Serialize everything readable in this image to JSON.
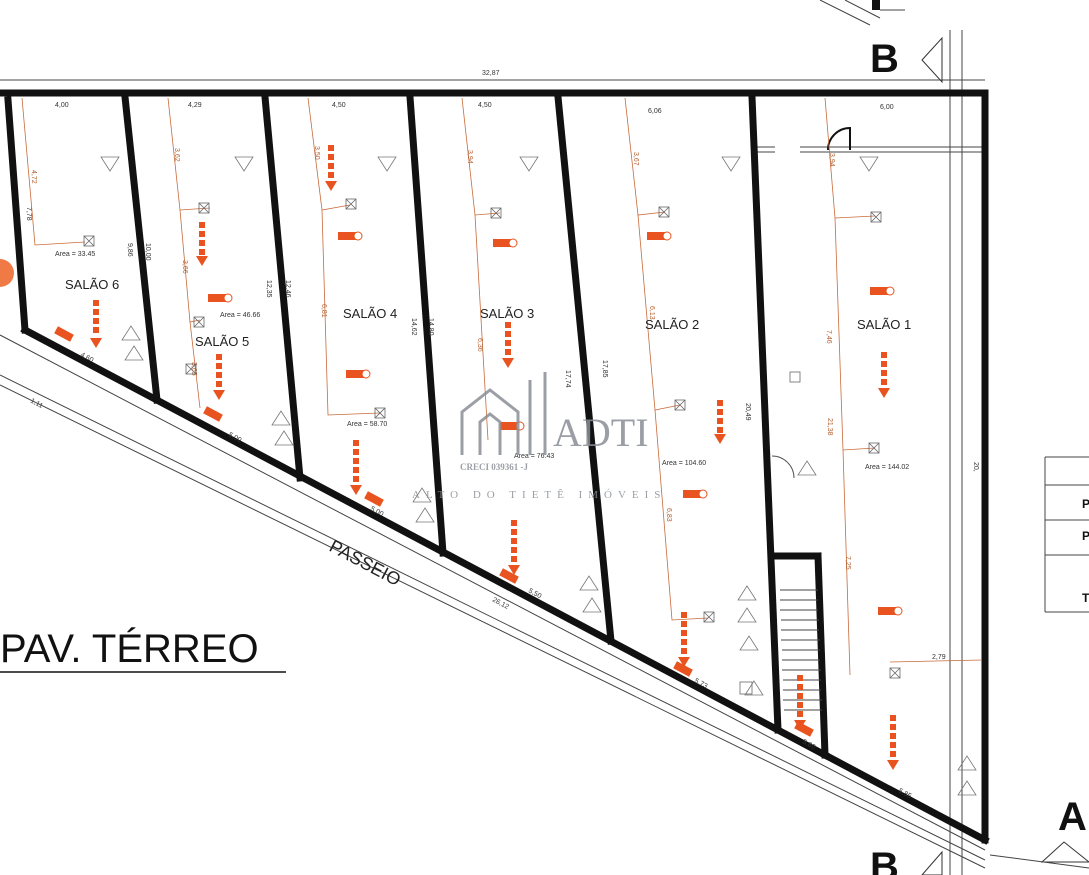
{
  "title": "PAV. TÉRREO",
  "section_markers": {
    "b_top": "B",
    "b_bottom": "B",
    "a": "A"
  },
  "overall_dimension": "32,87",
  "passeio": "PASSEIO",
  "rooms": [
    {
      "name": "SALÃO 6",
      "area": "Area = 33.45",
      "width": "4,00"
    },
    {
      "name": "SALÃO 5",
      "area": "Area = 46.66",
      "width": "4,29"
    },
    {
      "name": "SALÃO 4",
      "area": "Area = 58.70",
      "width": "4,50"
    },
    {
      "name": "SALÃO 3",
      "area": "Area = 76.43",
      "width": "4,50"
    },
    {
      "name": "SALÃO 2",
      "area": "Area = 104.60",
      "width": "6,06"
    },
    {
      "name": "SALÃO 1",
      "area": "Area = 144.02",
      "width": "6,00"
    }
  ],
  "wall_lengths": [
    "7,78",
    "9,86",
    "10,00",
    "12,35",
    "12,46",
    "14,62",
    "14,80",
    "17,74",
    "17,85",
    "20,49",
    "20,"
  ],
  "inner_dimensions": [
    "4,72",
    "3,62",
    "3,66",
    "3,65",
    "3,50",
    "6,81",
    "3,94",
    "6,36",
    "3,67",
    "6,13",
    "6,83",
    "3,94",
    "7,46",
    "21,38",
    "7,25",
    "2,79"
  ],
  "front_dimensions": [
    "4,60",
    "5,00",
    "5,00",
    "5,50",
    "5,73",
    "5,80",
    "5,85",
    "1,11",
    "26,12"
  ],
  "watermark": {
    "brand": "ADTI",
    "creci": "CRECI 039361 -J",
    "tagline": "ALTO DO TIETÊ IMÓVEIS"
  },
  "table_labels": [
    "P",
    "P",
    "T"
  ],
  "colors": {
    "walls": "#111111",
    "markers": "#e8531f",
    "dimensions": "#c86a3a",
    "watermark": "#8a8f96"
  }
}
